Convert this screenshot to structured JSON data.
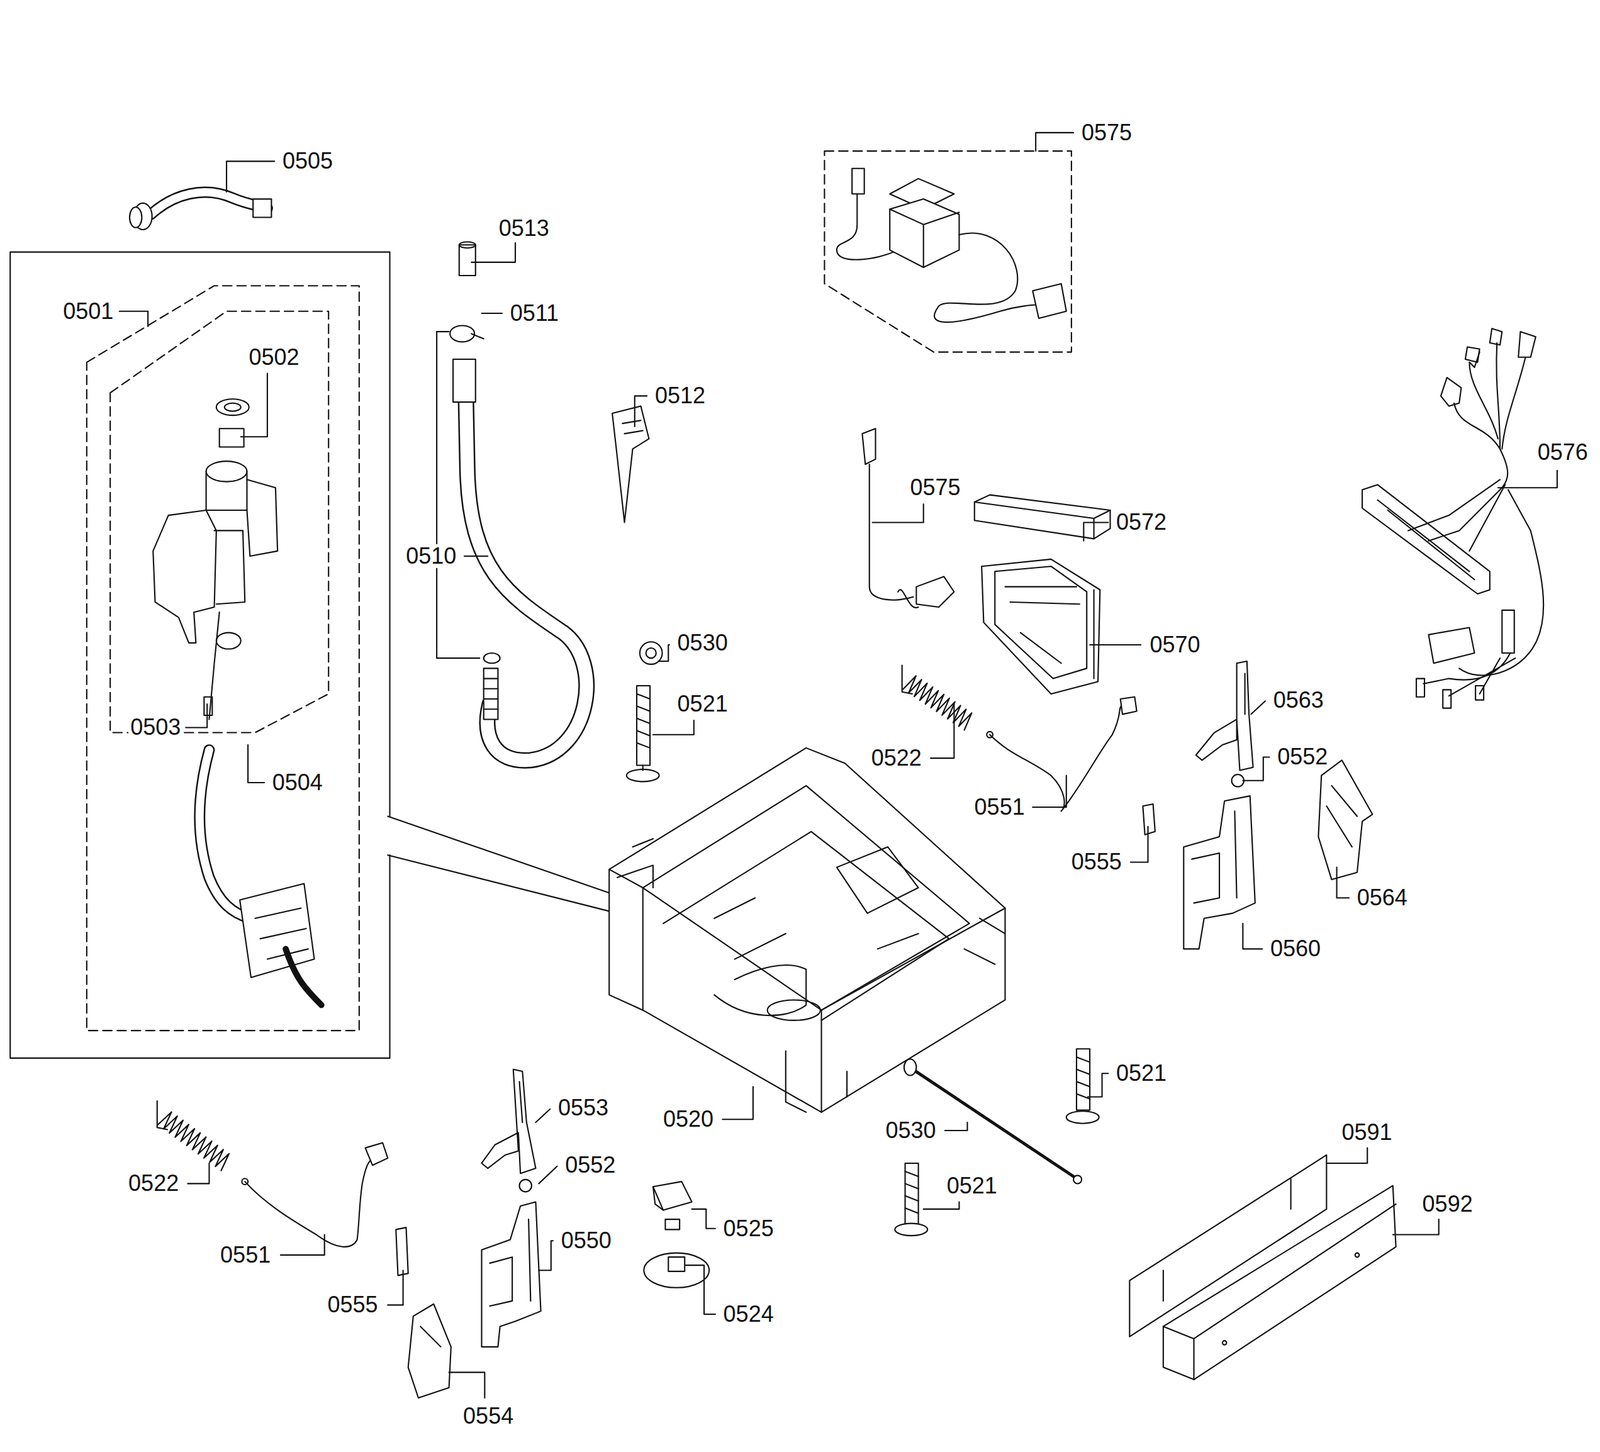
{
  "diagram": {
    "labels": [
      "0505",
      "0513",
      "0575",
      "0501",
      "0511",
      "0502",
      "0512",
      "0576",
      "0575",
      "0572",
      "0510",
      "0570",
      "0530",
      "0521",
      "0563",
      "0503",
      "0522",
      "0552",
      "0504",
      "0551",
      "0555",
      "0564",
      "0560",
      "0521",
      "0553",
      "0520",
      "0530",
      "0591",
      "0552",
      "0522",
      "0521",
      "0592",
      "0525",
      "0550",
      "0551",
      "0555",
      "0524",
      "0554"
    ]
  }
}
